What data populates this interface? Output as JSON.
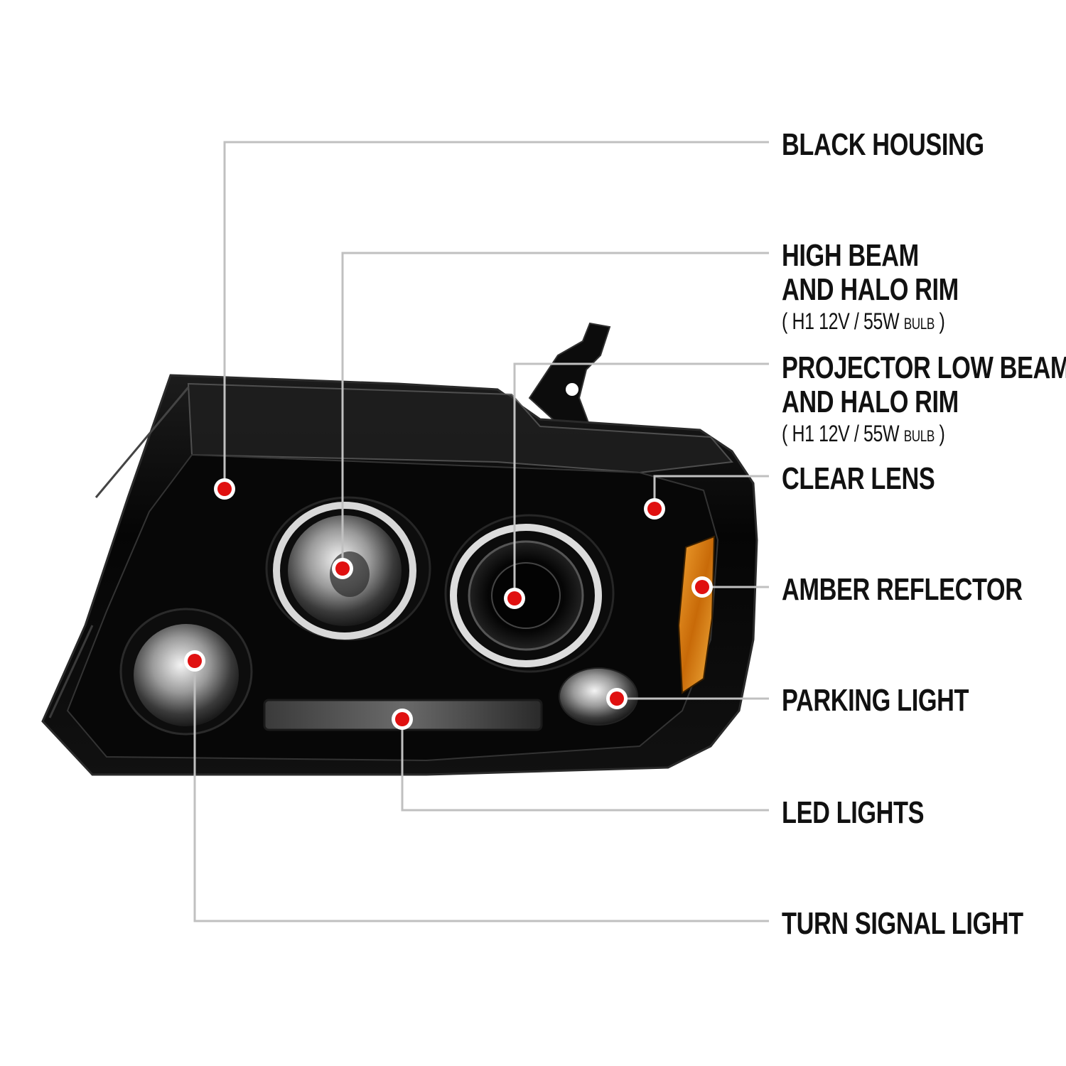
{
  "callouts": [
    {
      "id": "black-housing",
      "title": "BLACK HOUSING"
    },
    {
      "id": "high-beam",
      "title": "HIGH BEAM",
      "title2": "AND HALO RIM",
      "spec_open": "( H1  12V / 55W ",
      "spec_bulb": "BULB",
      "spec_close": " )"
    },
    {
      "id": "projector-low-beam",
      "title": "PROJECTOR LOW BEAM",
      "title2": "AND HALO RIM",
      "spec_open": "( H1  12V / 55W ",
      "spec_bulb": "BULB",
      "spec_close": " )"
    },
    {
      "id": "clear-lens",
      "title": "CLEAR LENS"
    },
    {
      "id": "amber-reflector",
      "title": "AMBER REFLECTOR"
    },
    {
      "id": "parking-light",
      "title": "PARKING LIGHT"
    },
    {
      "id": "led-lights",
      "title": "LED LIGHTS"
    },
    {
      "id": "turn-signal-light",
      "title": "TURN SIGNAL LIGHT"
    }
  ],
  "colors": {
    "marker": "#e01010",
    "leader_line": "#c0c0c0",
    "housing": "#0a0a0a",
    "amber": "#d87a10"
  }
}
